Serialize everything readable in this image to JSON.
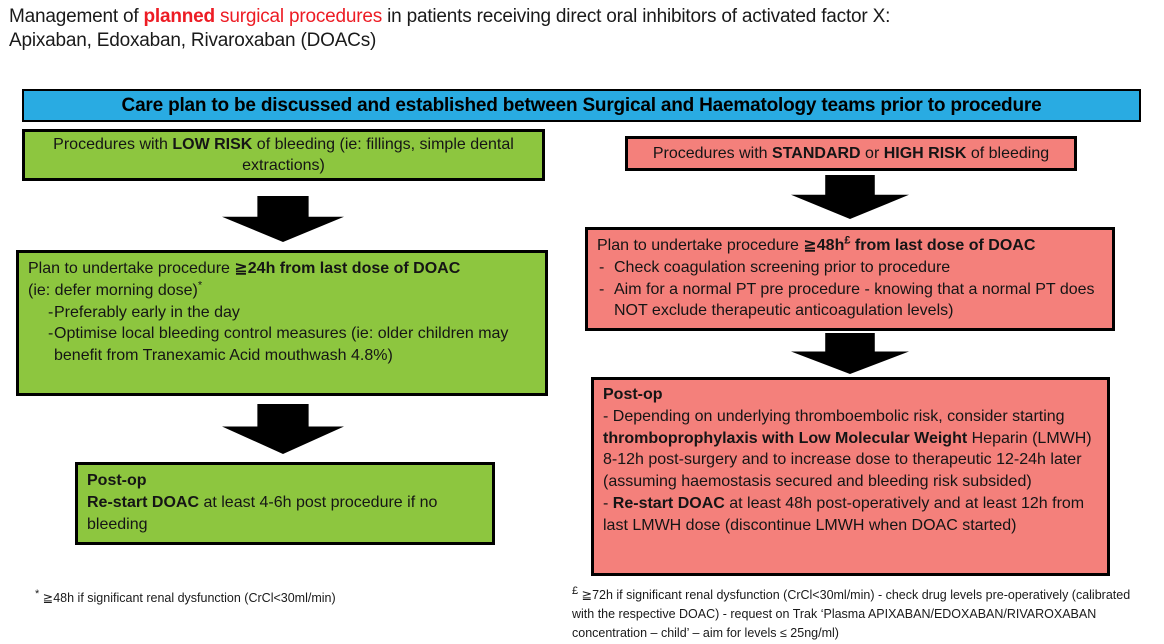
{
  "title": {
    "prefix": "Management of ",
    "highlight_bold": "planned",
    "highlight": " surgical procedures ",
    "rest": "in patients receiving direct oral inhibitors of activated factor X:",
    "line2": "Apixaban, Edoxaban, Rivaroxaban (DOACs)"
  },
  "banner": {
    "text": "Care plan to be discussed and established between Surgical and Haematology teams prior to procedure"
  },
  "left": {
    "box1": {
      "pre": "Procedures with ",
      "bold": "LOW RISK",
      "post": " of bleeding (ie: fillings, simple dental extractions)"
    },
    "box2": {
      "lead_pre": "Plan to undertake procedure ",
      "lead_bold": "≧24h from last dose of DOAC",
      "lead_line2": "(ie: defer morning dose)",
      "lead_sup": "*",
      "dash": "-",
      "bullet1": "Preferably early in the day",
      "bullet2": "Optimise local bleeding control measures (ie: older children may benefit from Tranexamic Acid mouthwash 4.8%)"
    },
    "box3": {
      "heading": "Post-op",
      "bold": "Re-start DOAC",
      "rest": " at least 4-6h post procedure if no bleeding"
    },
    "footnote_sup": "*",
    "footnote": " ≧48h if significant renal dysfunction (CrCl<30ml/min)"
  },
  "right": {
    "box1": {
      "pre": "Procedures with ",
      "bold1": "STANDARD",
      "mid": " or ",
      "bold2": "HIGH RISK",
      "post": " of bleeding"
    },
    "box2": {
      "lead_pre": "Plan to undertake procedure ",
      "lead_bold": "≧48h",
      "lead_sup": "£",
      "lead_bold2": " from last dose of DOAC",
      "dash": "-",
      "bullet1": "Check coagulation screening prior to procedure",
      "bullet2": "Aim for a normal PT pre procedure - knowing that a normal PT does NOT exclude therapeutic anticoagulation levels)"
    },
    "box3": {
      "heading": "Post-op",
      "p1_pre": "- Depending on underlying thromboembolic risk, consider starting ",
      "p1_bold": "thromboprophylaxis with Low Molecular Weight",
      "p1_post": " Heparin (LMWH) 8-12h post-surgery and to increase dose to therapeutic 12-24h later (assuming haemostasis secured and bleeding risk subsided)",
      "p2_pre": "- ",
      "p2_bold": "Re-start DOAC",
      "p2_post": " at least 48h post-operatively and at least 12h from last LMWH dose (discontinue LMWH when DOAC started)"
    },
    "footnote_sup": "£",
    "footnote": " ≧72h if significant renal dysfunction (CrCl<30ml/min) - check drug levels pre-operatively (calibrated with the respective DOAC) - request on Trak ‘Plasma APIXABAN/EDOXABAN/RIVAROXABAN concentration – child’ – aim for levels ≤ 25ng/ml)"
  },
  "colors": {
    "banner_bg": "#29abe2",
    "green_bg": "#8dc63f",
    "pink_bg": "#f4807b",
    "arrow": "#000000",
    "accent_red": "#ed1c24"
  }
}
